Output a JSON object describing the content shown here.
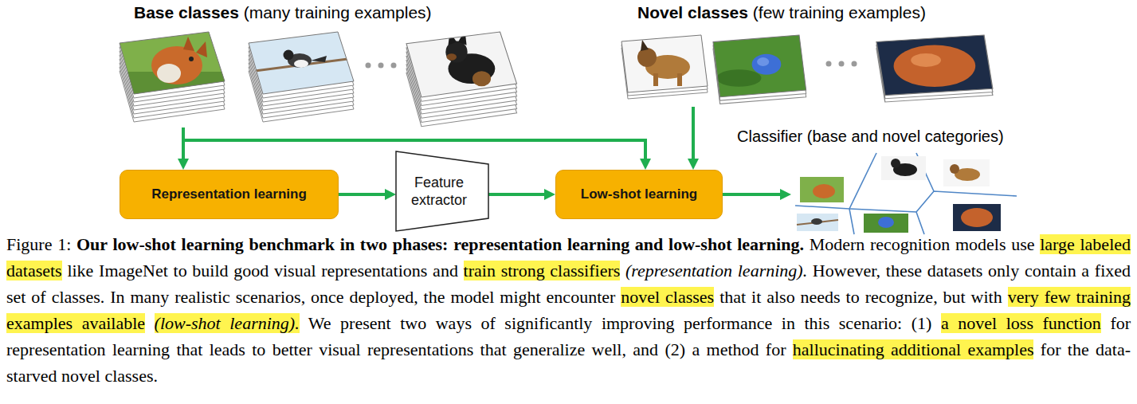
{
  "diagram": {
    "caption": "Figure 1: Our low-shot learning benchmark in two phases: representation learning and low-shot learning. Modern recognition models use large labeled datasets like ImageNet to build good visual representations and train strong classifiers (representation learning). However, these datasets only contain a fixed set of classes. In many realistic scenarios, once deployed, the model might encounter novel classes that it also needs to recognize, but with very few training examples available (low-shot learning). We present two ways of significantly improving performance in this scenario: (1) a novel loss function for representation learning that leads to better visual representations that generalize well, and (2) a method for hallucinating additional examples for the data-starved novel classes.",
    "nodes": [
      {
        "text": [
          "Base classes",
          "(many training examples)"
        ]
      },
      {
        "text": [
          "Novel classes",
          "(few training examples)"
        ]
      },
      {
        "text": [
          "Representation learning"
        ]
      },
      {
        "text": [
          "Feature extractor"
        ]
      },
      {
        "text": [
          "Low-shot learning"
        ]
      },
      {
        "text": [
          "Classifier (base and novel categories)"
        ]
      }
    ],
    "edges": [
      {
        "from": 0,
        "to": 2,
        "arrow": "to"
      },
      {
        "from": 0,
        "to": 4,
        "arrow": "to"
      },
      {
        "from": 1,
        "to": 4,
        "arrow": "to"
      },
      {
        "from": 2,
        "to": 3,
        "arrow": "to"
      },
      {
        "from": 3,
        "to": 4,
        "arrow": "to"
      },
      {
        "from": 4,
        "to": 5,
        "arrow": "to"
      }
    ]
  }
}
